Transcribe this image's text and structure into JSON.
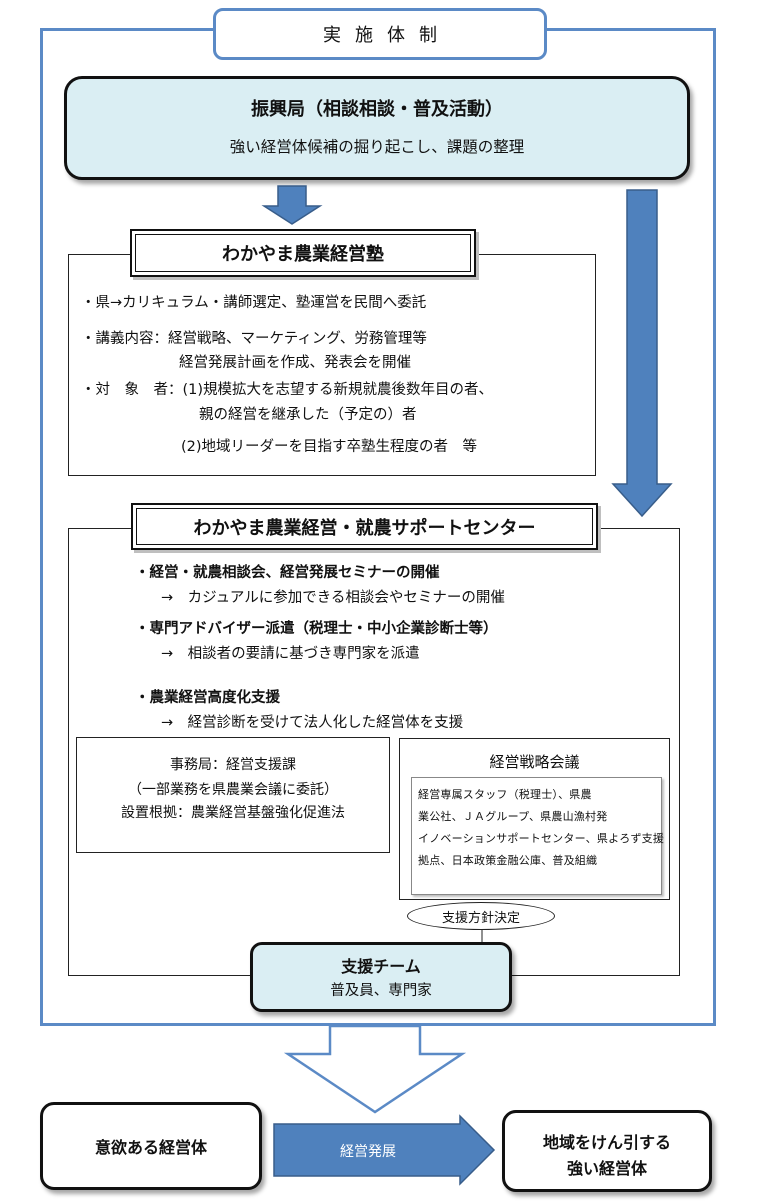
{
  "title": "実施体制",
  "bureau": {
    "title": "振興局（相談相談・普及活動）",
    "subtitle": "強い経営体候補の掘り起こし、課題の整理"
  },
  "juku": {
    "title": "わかやま農業経営塾",
    "lines": [
      "・県→カリキュラム・講師選定、塾運営を民間へ委託",
      "・講義内容：経営戦略、マーケティング、労務管理等",
      "経営発展計画を作成、発表会を開催",
      "・対　象　者：(1)規模拡大を志望する新規就農後数年目の者、",
      "親の経営を継承した（予定の）者",
      "(2)地域リーダーを目指す卒塾生程度の者　等"
    ]
  },
  "center": {
    "title": "わかやま農業経営・就農サポートセンター",
    "items": [
      {
        "heading": "・経営・就農相談会、経営発展セミナーの開催",
        "detail": "→　カジュアルに参加できる相談会やセミナーの開催"
      },
      {
        "heading": "・専門アドバイザー派遣（税理士・中小企業診断士等）",
        "detail": "→　相談者の要請に基づき専門家を派遣"
      },
      {
        "heading": "・農業経営高度化支援",
        "detail": "→　経営診断を受けて法人化した経営体を支援"
      }
    ]
  },
  "office": {
    "lines": [
      "事務局：経営支援課",
      "（一部業務を県農業会議に委託）",
      "設置根拠：農業経営基盤強化促進法"
    ]
  },
  "strategy": {
    "title": "経営戦略会議",
    "lines": [
      "経営専属スタッフ（税理士）、県農",
      "業公社、ＪＡグループ、県農山漁村発",
      "イノベーションサポートセンター、県よろず支援",
      "拠点、日本政策金融公庫、普及組織"
    ]
  },
  "decision_label": "支援方針決定",
  "team": {
    "title": "支援チーム",
    "subtitle": "普及員、専門家"
  },
  "outcome": {
    "left": "意欲ある経営体",
    "arrow": "経営発展",
    "right_lines": [
      "地域をけん引する",
      "強い経営体"
    ]
  },
  "colors": {
    "frame": "#5b8ac6",
    "arrow_fill": "#4f81bd",
    "arrow_stroke": "#385d8a",
    "box_fill": "#daeef3"
  }
}
